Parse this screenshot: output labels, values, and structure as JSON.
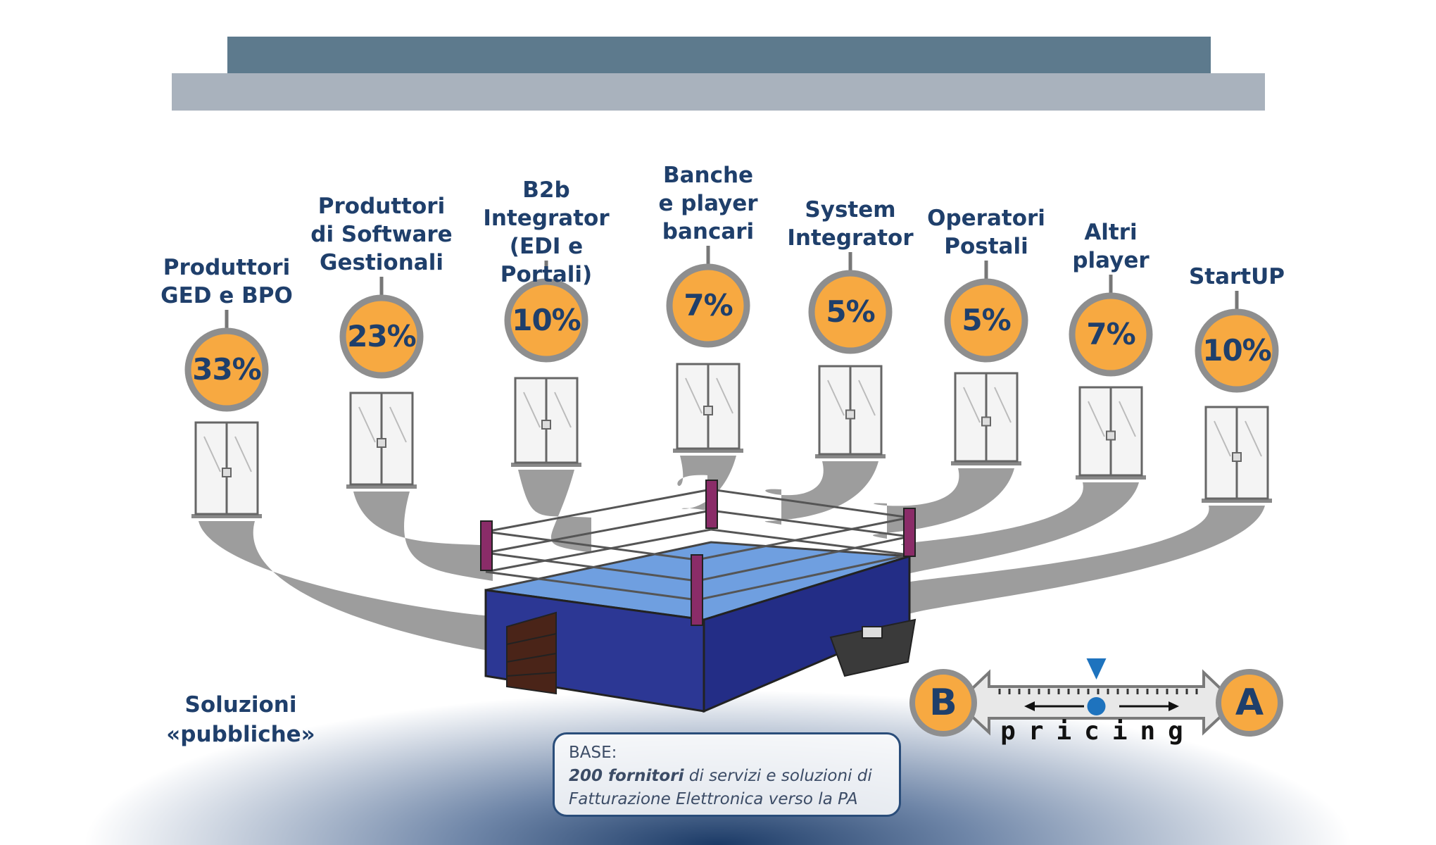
{
  "categories": [
    {
      "label": "Produttori\nGED e BPO",
      "percent": "33%"
    },
    {
      "label": "Produttori\ndi Software\nGestionali",
      "percent": "23%"
    },
    {
      "label": "B2b\nIntegrator\n(EDI e Portali)",
      "percent": "10%"
    },
    {
      "label": "Banche\ne player\nbancari",
      "percent": "7%"
    },
    {
      "label": "System\nIntegrator",
      "percent": "5%"
    },
    {
      "label": "Operatori\nPostali",
      "percent": "5%"
    },
    {
      "label": "Altri\nplayer",
      "percent": "7%"
    },
    {
      "label": "StartUP",
      "percent": "10%"
    }
  ],
  "soluzioni_label": "Soluzioni\n«pubbliche»",
  "pricing": {
    "word": "pricing",
    "left": "B",
    "right": "A",
    "marker_position": 0.5
  },
  "base": {
    "title": "BASE:",
    "bold": "200 fornitori",
    "line1_rest": " di servizi e soluzioni di",
    "line2": "Fatturazione Elettronica verso la PA"
  },
  "colors": {
    "circle_fill": "#f7a941",
    "circle_ring": "#8e8e8e",
    "label_text": "#1f3f6b",
    "band_dark": "#5d7a8d",
    "band_light": "#a9b2bd",
    "ring_mat": "#6f9fe0",
    "ring_skirt": "#2c3794",
    "corner_post": "#8a2c68",
    "beam": "#8c8c8c"
  }
}
